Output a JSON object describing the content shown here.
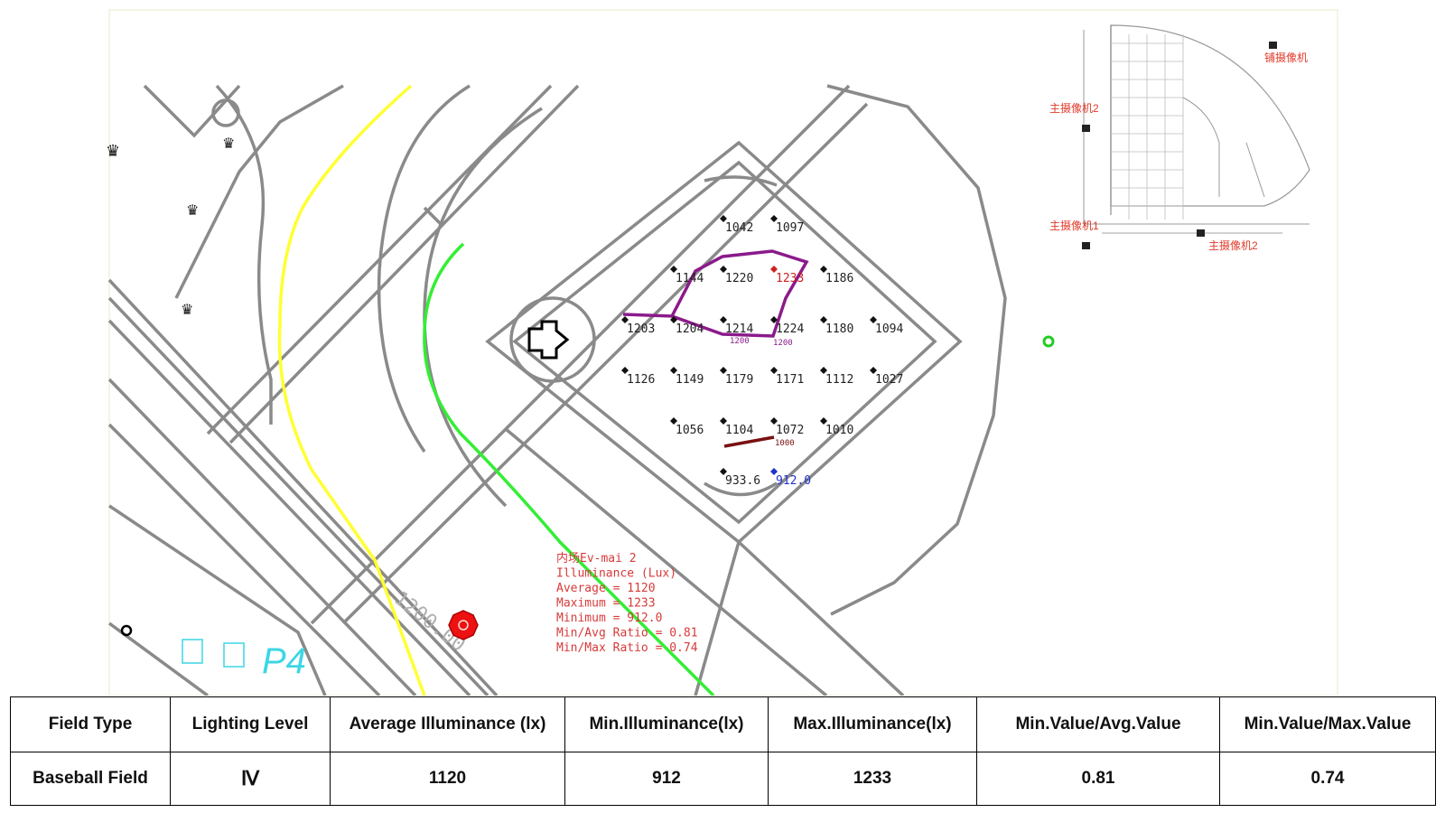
{
  "drawing": {
    "point_labels": [
      {
        "text": "1042",
        "color": "#222222"
      },
      {
        "text": "1097",
        "color": "#222222"
      },
      {
        "text": "1144",
        "color": "#222222"
      },
      {
        "text": "1220",
        "color": "#222222"
      },
      {
        "text": "1233",
        "color": "#cc2222"
      },
      {
        "text": "1186",
        "color": "#222222"
      },
      {
        "text": "1203",
        "color": "#222222"
      },
      {
        "text": "1204",
        "color": "#222222"
      },
      {
        "text": "1214",
        "color": "#222222"
      },
      {
        "text": "1224",
        "color": "#222222"
      },
      {
        "text": "1180",
        "color": "#222222"
      },
      {
        "text": "1094",
        "color": "#222222"
      },
      {
        "text": "1126",
        "color": "#222222"
      },
      {
        "text": "1149",
        "color": "#222222"
      },
      {
        "text": "1179",
        "color": "#222222"
      },
      {
        "text": "1171",
        "color": "#222222"
      },
      {
        "text": "1112",
        "color": "#222222"
      },
      {
        "text": "1027",
        "color": "#222222"
      },
      {
        "text": "1056",
        "color": "#222222"
      },
      {
        "text": "1104",
        "color": "#222222"
      },
      {
        "text": "1072",
        "color": "#222222"
      },
      {
        "text": "1010",
        "color": "#222222"
      },
      {
        "text": "933.6",
        "color": "#222222"
      },
      {
        "text": "912.0",
        "color": "#2233cc"
      }
    ],
    "contours": [
      {
        "label": "1200",
        "color": "#8b1a8b"
      },
      {
        "label": "1000",
        "color": "#7a1010"
      }
    ],
    "calc_summary": {
      "lines": [
        "内场Ev-mai 2",
        "Illuminance (Lux)",
        "Average = 1120",
        "Maximum = 1233",
        "Minimum = 912.0",
        "Min/Avg Ratio = 0.81",
        "Min/Max Ratio = 0.74"
      ],
      "color": "#d83a3a"
    },
    "fence_label": "1200.00",
    "area_label": "P4",
    "area_label_color": "#3cd6e6",
    "inset": {
      "labels": [
        "铺摄像机",
        "主摄像机2",
        "主摄像机1",
        "主摄像机2"
      ],
      "label_color": "#e23a2a"
    },
    "colors": {
      "line": "#8a8a8a",
      "yellow_line": "#ffff33",
      "green_line": "#33ee33",
      "marker": "#ee1111"
    }
  },
  "table": {
    "headers": [
      "Field Type",
      "Lighting Level",
      "Average Illuminance (lx)",
      "Min.Illuminance(lx)",
      "Max.Illuminance(lx)",
      "Min.Value/Avg.Value",
      "Min.Value/Max.Value"
    ],
    "row": [
      "Baseball Field",
      "Ⅳ",
      "1120",
      "912",
      "1233",
      "0.81",
      "0.74"
    ]
  }
}
